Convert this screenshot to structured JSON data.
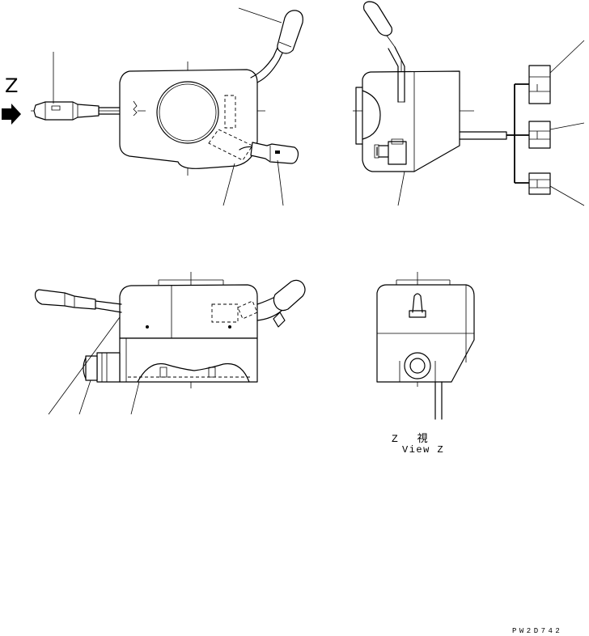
{
  "labels": {
    "z_direction": "Z",
    "view_line1": "Z 視",
    "view_line2": "View Z",
    "drawing_code": "PW2D742"
  },
  "colors": {
    "line": "#000000",
    "background": "#ffffff"
  },
  "icons": {
    "view_direction_arrow": "arrow-right-icon"
  }
}
